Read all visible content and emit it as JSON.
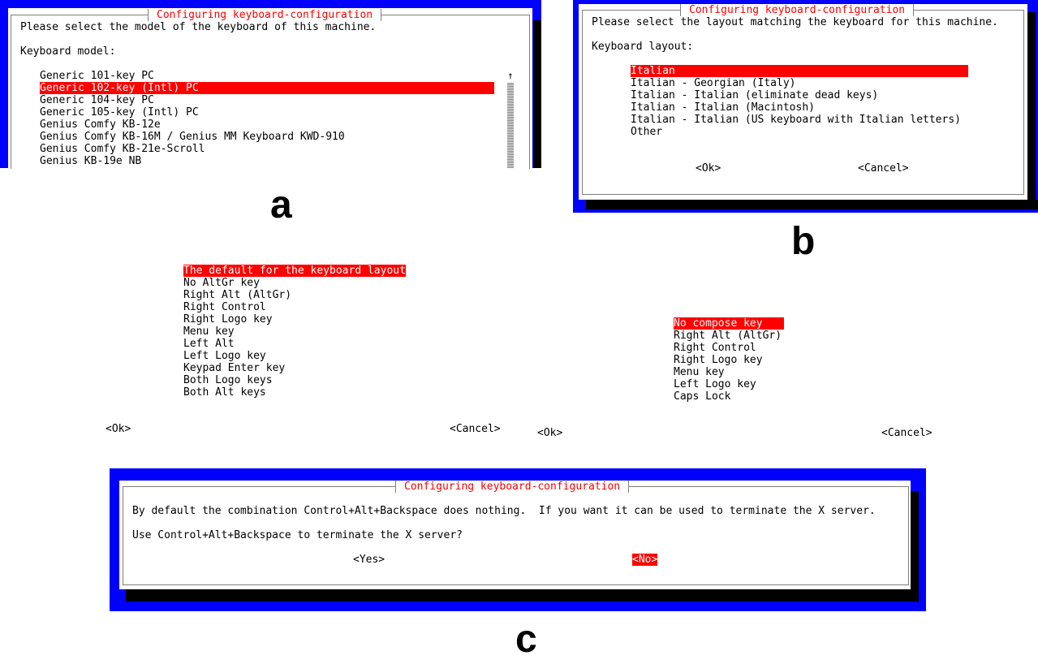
{
  "panel_a": {
    "title": "Configuring keyboard-configuration",
    "prompt": "Please select the model of the keyboard of this machine.",
    "label": "Keyboard model:",
    "items": [
      "Generic 101-key PC",
      "Generic 102-key (Intl) PC",
      "Generic 104-key PC",
      "Generic 105-key (Intl) PC",
      "Genius Comfy KB-12e",
      "Genius Comfy KB-16M / Genius MM Keyboard KWD-910",
      "Genius Comfy KB-21e-Scroll",
      "Genius KB-19e NB"
    ],
    "selected_index": 1,
    "scroll_arrow": "↑",
    "caption": "a"
  },
  "panel_b": {
    "title": "Configuring keyboard-configuration",
    "prompt": "Please select the layout matching the keyboard for this machine.",
    "label": "Keyboard layout:",
    "items": [
      "Italian",
      "Italian - Georgian (Italy)",
      "Italian - Italian (eliminate dead keys)",
      "Italian - Italian (Macintosh)",
      "Italian - Italian (US keyboard with Italian letters)",
      "Other"
    ],
    "selected_index": 0,
    "ok": "<Ok>",
    "cancel": "<Cancel>",
    "caption": "b"
  },
  "panel_altgr": {
    "items": [
      "The default for the keyboard layout",
      "No AltGr key",
      "Right Alt (AltGr)",
      "Right Control",
      "Right Logo key",
      "Menu key",
      "Left Alt",
      "Left Logo key",
      "Keypad Enter key",
      "Both Logo keys",
      "Both Alt keys"
    ],
    "selected_index": 0,
    "ok": "<Ok>",
    "cancel": "<Cancel>"
  },
  "panel_compose": {
    "items": [
      "No compose key",
      "Right Alt (AltGr)",
      "Right Control",
      "Right Logo key",
      "Menu key",
      "Left Logo key",
      "Caps Lock"
    ],
    "selected_index": 0,
    "ok": "<Ok>",
    "cancel": "<Cancel>"
  },
  "panel_c": {
    "title": "Configuring keyboard-configuration",
    "message": "By default the combination Control+Alt+Backspace does nothing.  If you want it can be used to terminate the X server.",
    "question": "Use Control+Alt+Backspace to terminate the X server?",
    "yes": "<Yes>",
    "no": "<No>",
    "caption": "c"
  },
  "colors": {
    "background_blue": "#0000ff",
    "highlight_red": "#ff0000",
    "title_red": "#ff0000",
    "dialog_white": "#ffffff",
    "shadow_black": "#000000"
  }
}
